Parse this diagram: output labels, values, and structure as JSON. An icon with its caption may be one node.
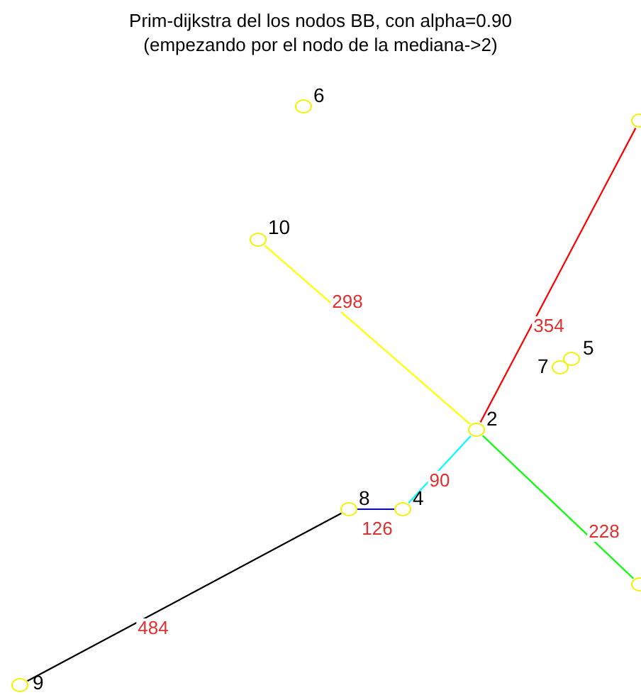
{
  "diagram": {
    "title": "Prim-dijkstra del los nodos BB, con alpha=0.90 (empezando por el nodo de la mediana->2)",
    "nodes": [
      {
        "text": [],
        "shape": "circle",
        "beside": [
          "6"
        ]
      },
      {
        "text": [],
        "shape": "circle"
      },
      {
        "text": [],
        "shape": "circle",
        "beside": [
          "10"
        ]
      },
      {
        "text": [],
        "shape": "circle",
        "beside": [
          "7"
        ]
      },
      {
        "text": [],
        "shape": "circle",
        "beside": [
          "5"
        ]
      },
      {
        "text": [],
        "shape": "circle",
        "beside": [
          "2"
        ]
      },
      {
        "text": [],
        "shape": "circle",
        "beside": [
          "8"
        ]
      },
      {
        "text": [],
        "shape": "circle",
        "beside": [
          "4"
        ]
      },
      {
        "text": [],
        "shape": "circle"
      },
      {
        "text": [],
        "shape": "circle",
        "beside": [
          "9"
        ]
      }
    ],
    "edges": [
      {
        "from": 5,
        "to": 2,
        "arrow": "none",
        "label": "298",
        "color": "#ffff00"
      },
      {
        "from": 5,
        "to": 1,
        "arrow": "none",
        "label": "354",
        "color": "#ff0000"
      },
      {
        "from": 5,
        "to": 7,
        "arrow": "none",
        "label": "90",
        "color": "#00ffff"
      },
      {
        "from": 7,
        "to": 6,
        "arrow": "none",
        "label": "126",
        "color": "#0000ff"
      },
      {
        "from": 6,
        "to": 9,
        "arrow": "none",
        "label": "484",
        "color": "#000000"
      },
      {
        "from": 5,
        "to": 8,
        "arrow": "none",
        "label": "228",
        "color": "#00ff00"
      }
    ]
  }
}
